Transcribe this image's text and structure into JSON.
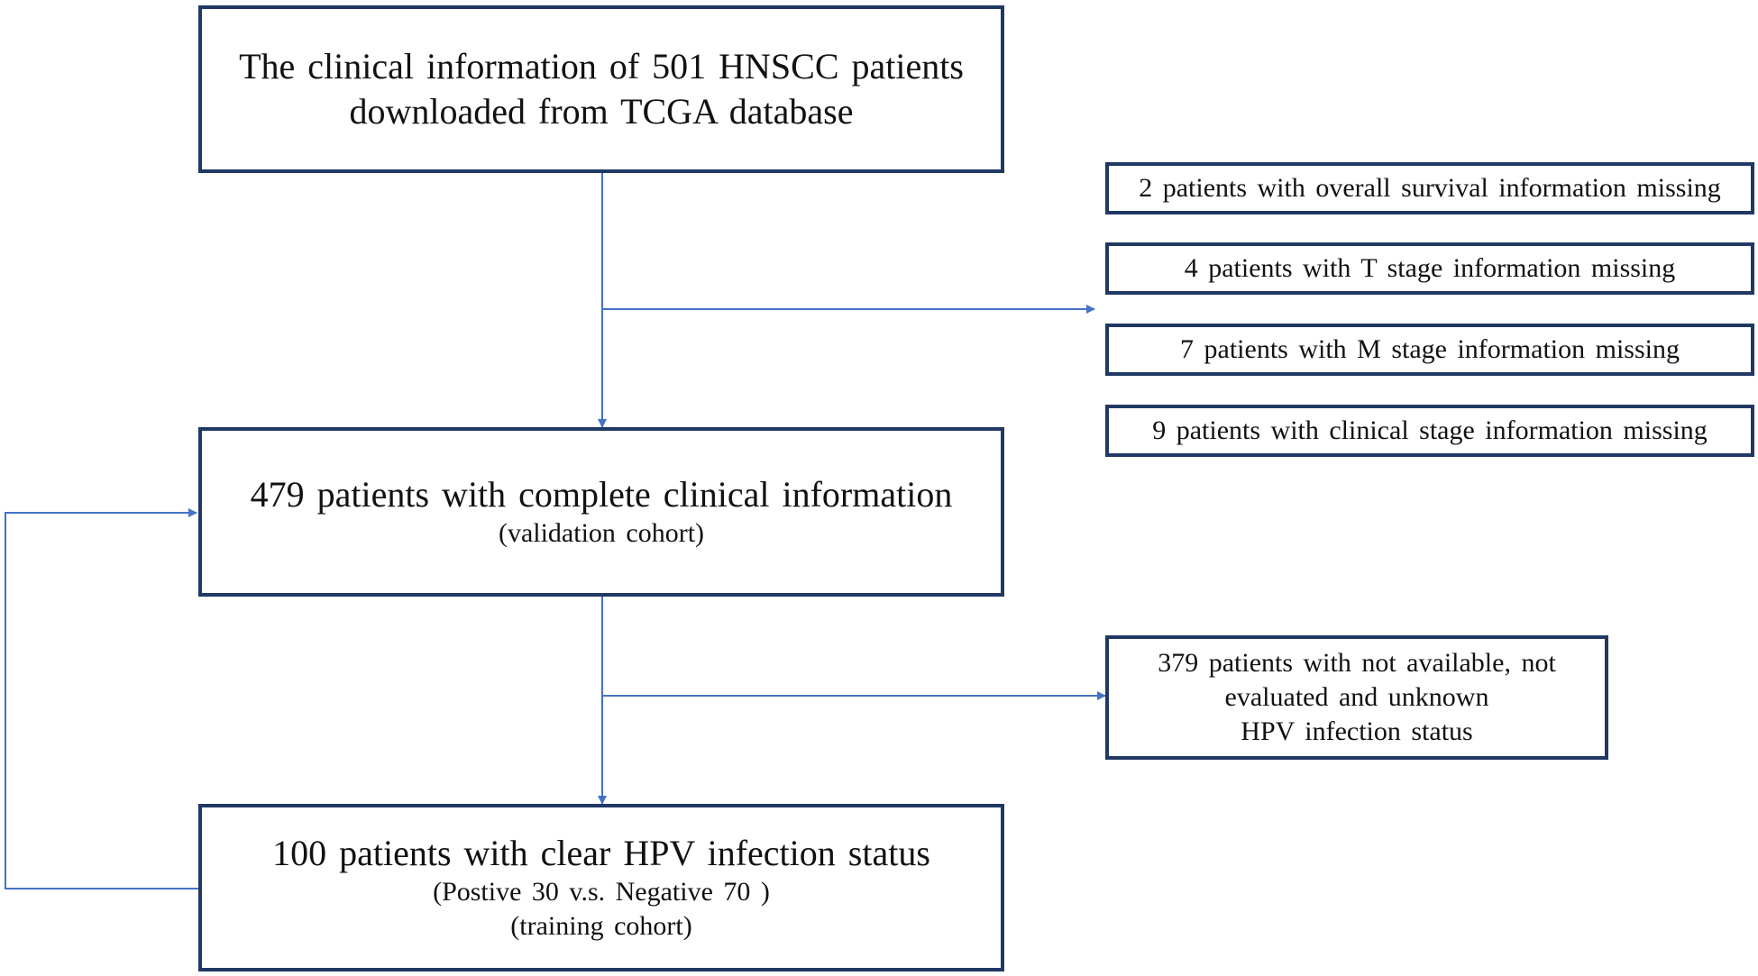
{
  "diagram": {
    "top_box": {
      "line1": "The clinical information of 501 HNSCC patients",
      "line2": "downloaded from TCGA database"
    },
    "exclusions_1": [
      "2 patients with overall survival information missing",
      "4 patients with T stage information missing",
      "7 patients with M stage information missing",
      "9 patients with clinical stage information missing"
    ],
    "middle_box": {
      "line1": "479 patients with complete clinical information",
      "line2": "(validation cohort)"
    },
    "exclusion_2": {
      "line1": "379 patients with not available, not",
      "line2": "evaluated and unknown",
      "line3": "HPV infection status"
    },
    "bottom_box": {
      "line1": "100 patients with clear HPV infection status",
      "line2": "(Postive 30 v.s. Negative 70 )",
      "line3": "(training cohort)"
    },
    "colors": {
      "box_border": "#1f3864",
      "connector": "#4472c4"
    }
  }
}
